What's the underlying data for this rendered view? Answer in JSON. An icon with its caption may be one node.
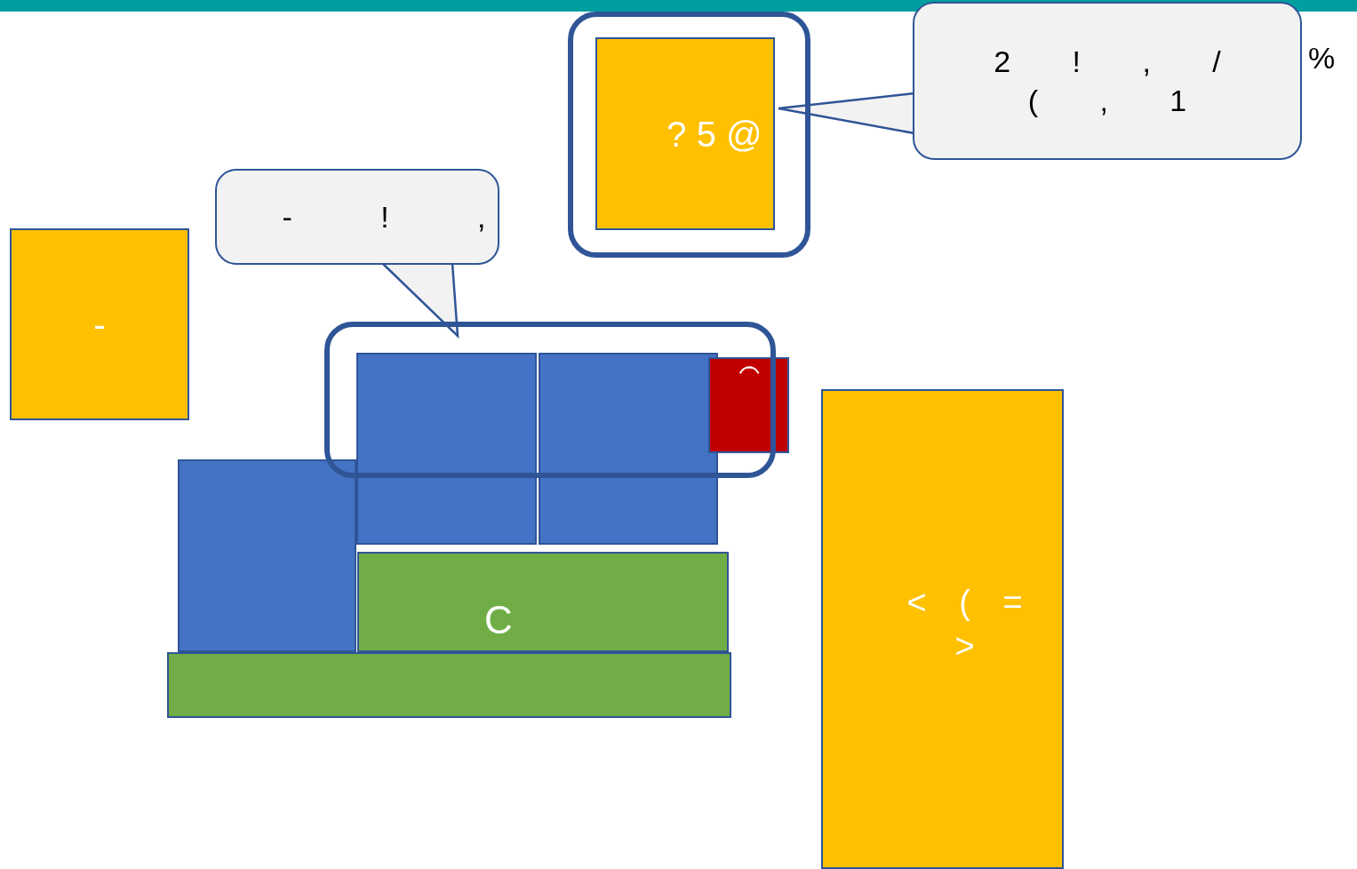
{
  "diagram": {
    "nodes": [
      {
        "text": [],
        "shape": "box"
      },
      {
        "text": [
          "? 5 @"
        ],
        "in": 0
      },
      {
        "text": [
          "2 ! , / ( , 1"
        ],
        "beside": [
          "%"
        ]
      },
      {
        "text": [
          "- ! ,"
        ]
      },
      {
        "text": [
          "-"
        ]
      },
      {
        "text": [],
        "shape": "box"
      },
      {
        "text": [],
        "shape": "box"
      },
      {
        "text": [],
        "shape": "box"
      },
      {
        "text": [
          "⁀"
        ]
      },
      {
        "text": [],
        "shape": "box"
      },
      {
        "text": [
          "C"
        ]
      },
      {
        "text": [],
        "shape": "box"
      },
      {
        "text": [
          "< ( = >"
        ]
      }
    ]
  }
}
